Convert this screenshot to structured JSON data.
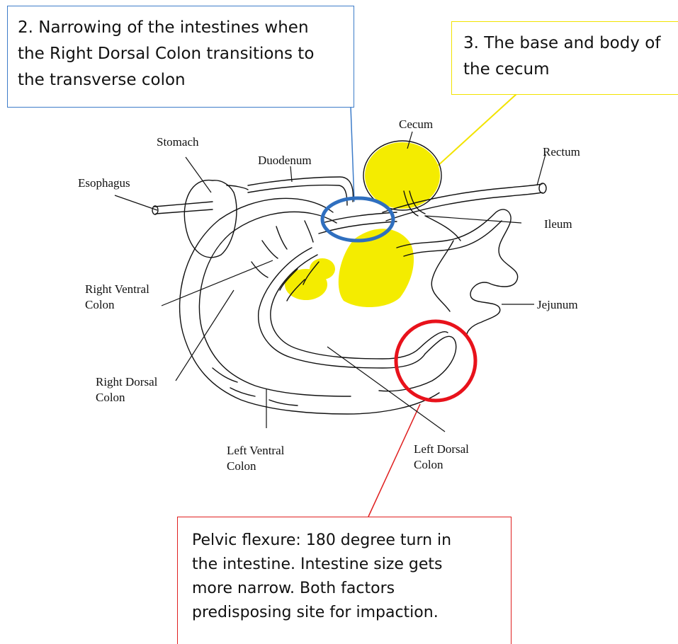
{
  "callouts": {
    "narrowing": {
      "lines": [
        "2. Narrowing of the intestines when",
        "the Right Dorsal Colon transitions to",
        "the transverse colon"
      ]
    },
    "cecum": {
      "lines": [
        "3. The base and body of",
        "the cecum"
      ]
    },
    "pelvic_flexure": {
      "lines": [
        "Pelvic flexure:  180 degree turn in",
        "the intestine. Intestine size gets",
        "more narrow. Both factors",
        "predisposing site for impaction."
      ]
    }
  },
  "anatomy_labels": {
    "stomach": "Stomach",
    "esophagus": "Esophagus",
    "duodenum": "Duodenum",
    "cecum": "Cecum",
    "rectum": "Rectum",
    "ileum": "Ileum",
    "jejunum": "Jejunum",
    "right_ventral_colon": [
      "Right Ventral",
      "Colon"
    ],
    "right_dorsal_colon": [
      "Right Dorsal",
      "Colon"
    ],
    "left_ventral_colon": [
      "Left Ventral",
      "Colon"
    ],
    "left_dorsal_colon": [
      "Left Dorsal",
      "Colon"
    ]
  },
  "colors": {
    "narrowing_marker": "#2f6fbf",
    "cecum_highlight": "#f4ec00",
    "pelvic_flexure_marker": "#e8121b",
    "outline": "#111111"
  }
}
